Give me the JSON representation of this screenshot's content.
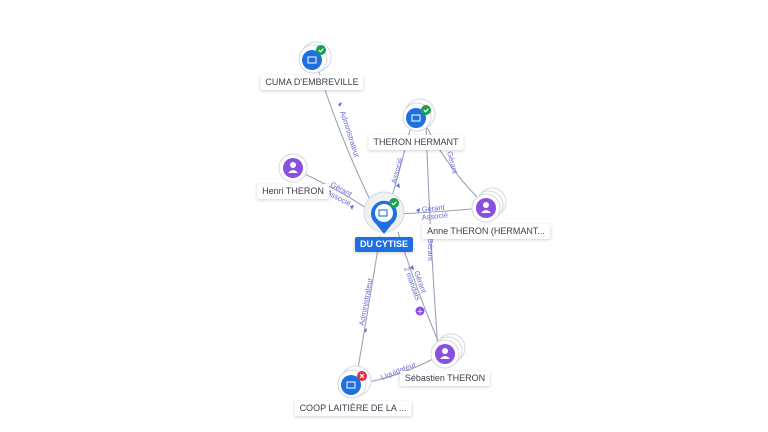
{
  "colors": {
    "company": "#1e6fe0",
    "person": "#8a4fe0",
    "check": "#1aa04a",
    "cross": "#e02a48",
    "edge": "#9aa3b5",
    "edge_label": "#6a6ad8"
  },
  "nodes": {
    "main": {
      "label": "DU CYTISE",
      "icon": "company-icon",
      "status": "check-icon"
    },
    "cuma": {
      "label": "CUMA D'EMBREVILLE",
      "icon": "company-icon",
      "status": "check-icon"
    },
    "theron_hermant": {
      "label": "THERON HERMANT",
      "icon": "company-icon",
      "status": "check-icon"
    },
    "henri": {
      "label": "Henri THERON",
      "icon": "person-icon"
    },
    "anne": {
      "label": "Anne THERON (HERMANT...",
      "icon": "person-icon"
    },
    "sebastien": {
      "label": "Sébastien THERON",
      "icon": "person-icon"
    },
    "coop": {
      "label": "COOP LAITIÈRE DE LA ...",
      "icon": "company-icon",
      "status": "cross-icon"
    }
  },
  "edges": {
    "cuma_admin": "Administrateur",
    "th_associe": "Associé",
    "th_gerant": "Gérant",
    "henri_gerant": "Gérant",
    "henri_associe": "Associé",
    "anne_gerant": "Gérant",
    "anne_associe": "Associé",
    "seb_gerant": "Gérant",
    "seb_mandats": "2 mandats",
    "coop_admin": "Administrateur",
    "coop_liquidateur": "Liquidateur",
    "th_gerant_vertical": "Gérant"
  }
}
